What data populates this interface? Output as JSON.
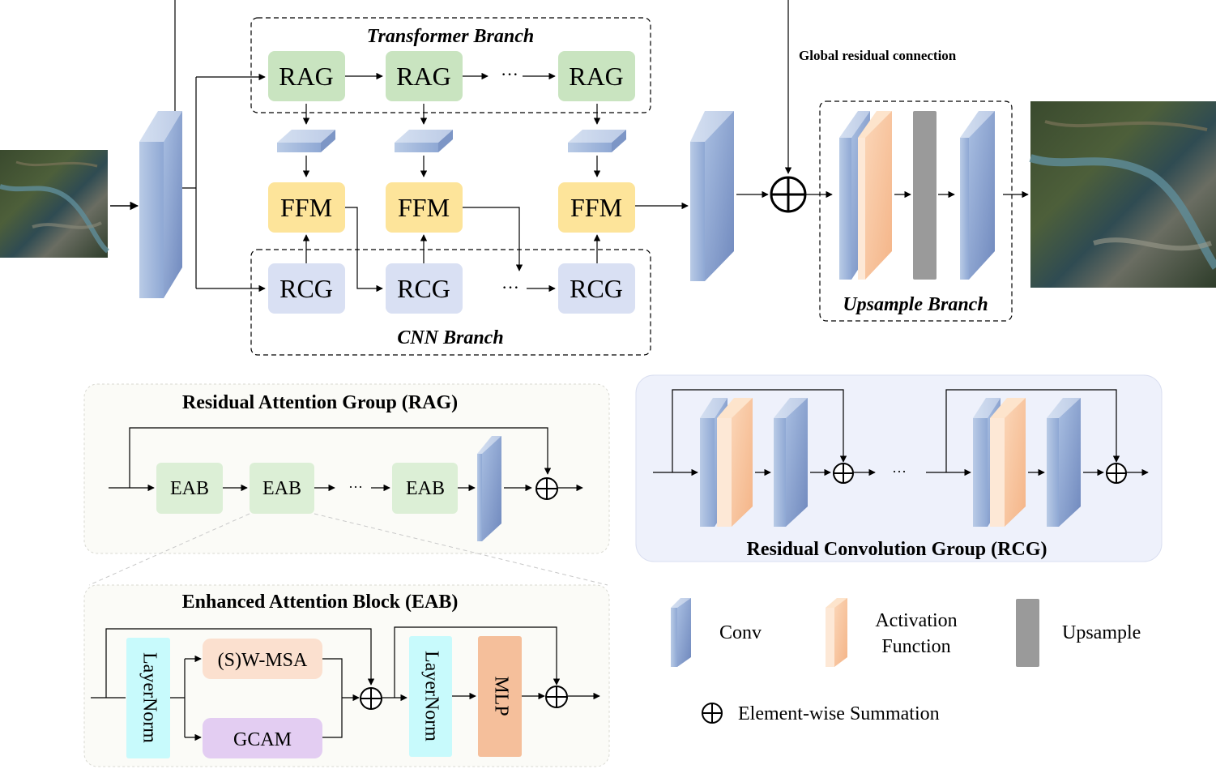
{
  "top": {
    "transformer_branch": "Transformer Branch",
    "cnn_branch": "CNN Branch",
    "upsample_branch": "Upsample Branch",
    "global_residual": "Global residual connection",
    "rag_label": "RAG",
    "ffm_label": "FFM",
    "rcg_label": "RCG",
    "ellipsis": "···"
  },
  "rag_panel": {
    "title": "Residual Attention Group (RAG)",
    "eab_label": "EAB",
    "ellipsis": "···"
  },
  "rcg_panel": {
    "title": "Residual Convolution Group (RCG)",
    "ellipsis": "···"
  },
  "eab_panel": {
    "title": "Enhanced Attention Block (EAB)",
    "layernorm": "LayerNorm",
    "wmsa": "(S)W-MSA",
    "gcam": "GCAM",
    "mlp": "MLP"
  },
  "legend": {
    "conv": "Conv",
    "activation_line1": "Activation",
    "activation_line2": "Function",
    "upsample": "Upsample",
    "sum": "Element-wise Summation"
  },
  "colors": {
    "rag": "#c9e4c0",
    "ffm": "#fde49a",
    "rcg": "#d9e0f3",
    "eab": "#dcefd6",
    "layernorm": "#c8fafc",
    "wmsa": "#fbe0cf",
    "gcam": "#e3cdf2",
    "mlp": "#f5bf9b",
    "activation": "#f8c8a2",
    "upsample": "#9a9a9a",
    "rcg_panel_bg": "#eef1fb"
  },
  "icons": [
    "input-image",
    "output-image",
    "conv-block-icon",
    "activation-block-icon",
    "upsample-block-icon",
    "sum-icon"
  ]
}
